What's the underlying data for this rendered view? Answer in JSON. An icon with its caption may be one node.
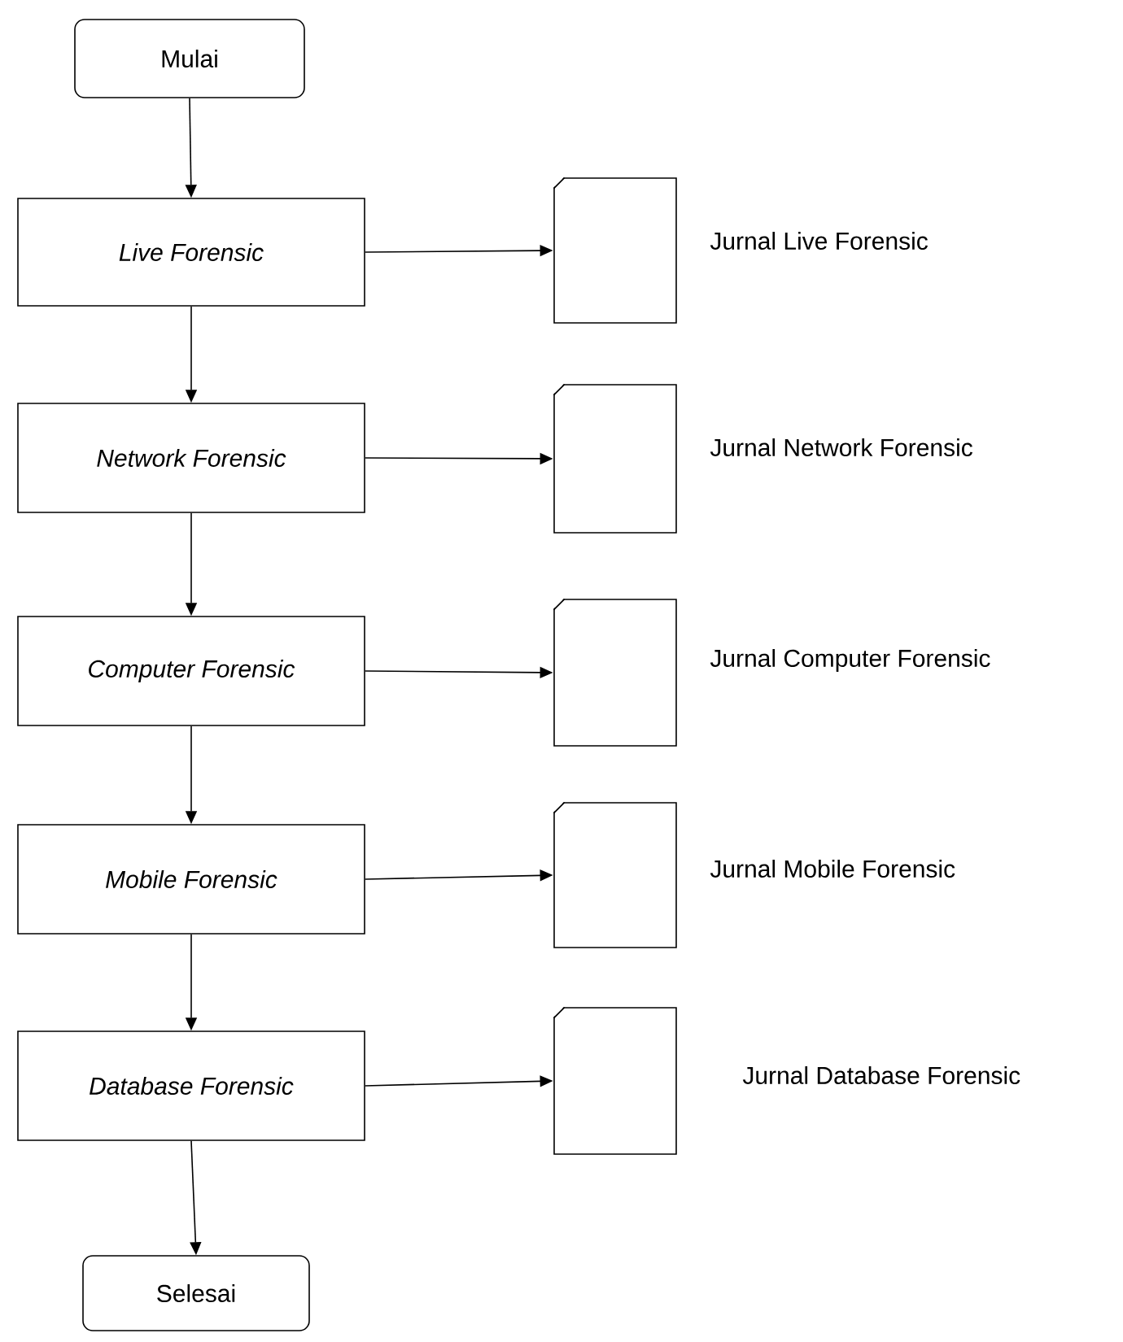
{
  "diagram": {
    "nodes": [
      {
        "text": [
          "Mulai"
        ]
      },
      {
        "text": [
          "Live Forensic"
        ]
      },
      {
        "text": [
          "Network Forensic"
        ]
      },
      {
        "text": [
          "Computer Forensic"
        ]
      },
      {
        "text": [
          "Mobile Forensic"
        ]
      },
      {
        "text": [
          "Database Forensic"
        ]
      },
      {
        "text": [
          "Selesai"
        ]
      },
      {
        "text": [],
        "shape": "document",
        "beside": [
          "Jurnal Live Forensic"
        ]
      },
      {
        "text": [],
        "shape": "document",
        "beside": [
          "Jurnal Network Forensic"
        ]
      },
      {
        "text": [],
        "shape": "document",
        "beside": [
          "Jurnal Computer Forensic"
        ]
      },
      {
        "text": [],
        "shape": "document",
        "beside": [
          "Jurnal Mobile Forensic"
        ]
      },
      {
        "text": [],
        "shape": "document",
        "beside": [
          "Jurnal Database Forensic"
        ]
      }
    ],
    "edges": [
      {
        "from": 0,
        "to": 1,
        "arrow": "to"
      },
      {
        "from": 1,
        "to": 2,
        "arrow": "to"
      },
      {
        "from": 2,
        "to": 3,
        "arrow": "to"
      },
      {
        "from": 3,
        "to": 4,
        "arrow": "to"
      },
      {
        "from": 4,
        "to": 5,
        "arrow": "to"
      },
      {
        "from": 5,
        "to": 6,
        "arrow": "to"
      },
      {
        "from": 1,
        "to": 7,
        "arrow": "to"
      },
      {
        "from": 2,
        "to": 8,
        "arrow": "to"
      },
      {
        "from": 3,
        "to": 9,
        "arrow": "to"
      },
      {
        "from": 4,
        "to": 10,
        "arrow": "to"
      },
      {
        "from": 5,
        "to": 11,
        "arrow": "to"
      }
    ]
  }
}
